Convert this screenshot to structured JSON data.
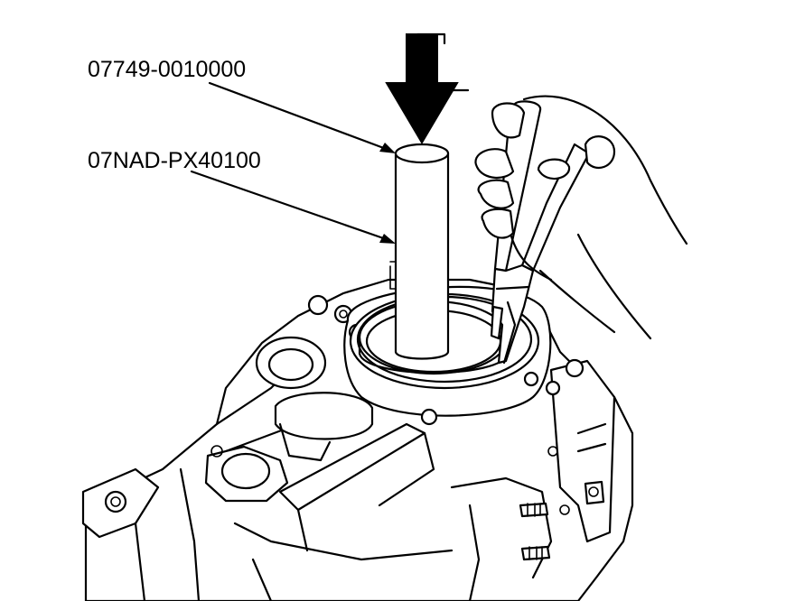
{
  "callouts": [
    {
      "id": "special-tool-driver",
      "text": "07749-0010000"
    },
    {
      "id": "special-tool-attachment",
      "text": "07NAD-PX40100"
    }
  ],
  "colors": {
    "line": "#000000",
    "background": "#ffffff"
  },
  "icons": {
    "press-direction": "press-down-arrow-icon",
    "pliers": "snap-ring-pliers-icon"
  }
}
